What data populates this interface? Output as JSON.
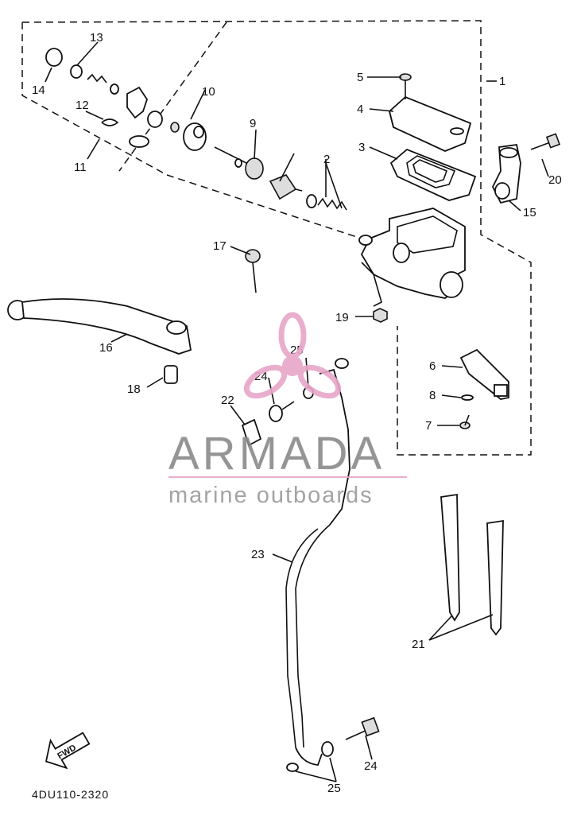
{
  "diagram": {
    "callouts": {
      "c1": "1",
      "c2": "2",
      "c3": "3",
      "c4": "4",
      "c5": "5",
      "c6": "6",
      "c7": "7",
      "c8": "8",
      "c9": "9",
      "c10": "10",
      "c11": "11",
      "c12": "12",
      "c13": "13",
      "c14": "14",
      "c15": "15",
      "c16": "16",
      "c17": "17",
      "c18": "18",
      "c19": "19",
      "c20": "20",
      "c21": "21",
      "c22": "22",
      "c23": "23",
      "c24a": "24",
      "c24b": "24",
      "c25a": "25",
      "c25b": "25"
    },
    "diagram_code": "4DU110-2320",
    "fwd_badge": "FWD"
  },
  "watermark": {
    "brand": "ARMADA",
    "tagline": "marine outboards",
    "color_pink": "#e8a6c8",
    "color_gray": "#8a8a8a"
  }
}
